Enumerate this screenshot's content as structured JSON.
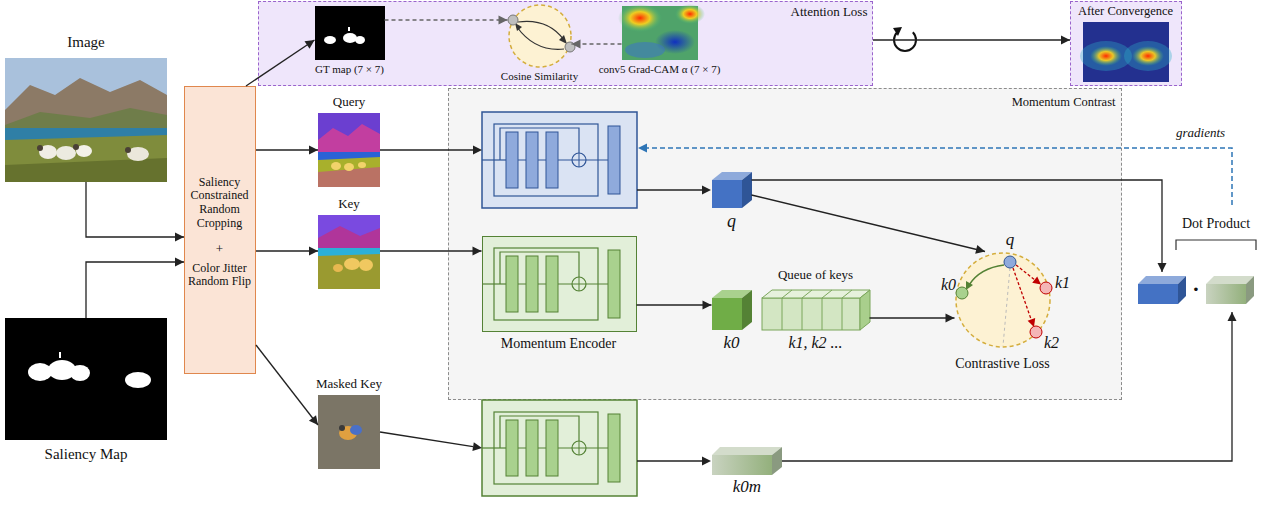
{
  "diagram": {
    "nodes": [
      {
        "text": [
          "Attention Loss"
        ]
      },
      {
        "text": [
          "GT map (7 × 7)"
        ],
        "in": 0
      },
      {
        "text": [
          "Cosine Similarity"
        ],
        "in": 0
      },
      {
        "text": [
          "conv5 Grad-CAM α (7 × 7)"
        ],
        "in": 0
      },
      {
        "text": [
          "After Convergence"
        ]
      },
      {
        "text": [
          "Image"
        ]
      },
      {
        "text": [
          "Saliency Map"
        ]
      },
      {
        "text": [
          "Saliency Constrained Random Cropping",
          "+",
          "Color Jitter Random Flip"
        ]
      },
      {
        "text": [
          "Query"
        ]
      },
      {
        "text": [
          "Key"
        ]
      },
      {
        "text": [
          "Masked Key"
        ]
      },
      {
        "text": [
          "Momentum Contrast"
        ]
      },
      {
        "text": [
          "Momentum Encoder"
        ],
        "in": 11
      },
      {
        "text": [
          "q"
        ],
        "in": 11
      },
      {
        "text": [
          "k0"
        ],
        "in": 11
      },
      {
        "text": [
          "Queue of keys",
          "k1, k2 ..."
        ],
        "in": 11
      },
      {
        "text": [
          "Contrastive Loss"
        ],
        "in": 11
      },
      {
        "text": [
          "k0m"
        ]
      },
      {
        "text": [
          "Dot Product"
        ]
      }
    ],
    "edges": [
      {
        "from": 5,
        "to": 7,
        "arrow": "to"
      },
      {
        "from": 6,
        "to": 7,
        "arrow": "to"
      },
      {
        "from": 7,
        "to": 1,
        "arrow": "to"
      },
      {
        "from": 7,
        "to": 8,
        "arrow": "to"
      },
      {
        "from": 7,
        "to": 9,
        "arrow": "to"
      },
      {
        "from": 7,
        "to": 10,
        "arrow": "to"
      },
      {
        "from": 1,
        "to": 2,
        "arrow": "to"
      },
      {
        "from": 3,
        "to": 2,
        "arrow": "to"
      },
      {
        "from": 0,
        "to": 4,
        "arrow": "to"
      },
      {
        "from": 9,
        "to": 12,
        "arrow": "to"
      },
      {
        "from": 12,
        "to": 14,
        "arrow": "to"
      },
      {
        "from": 13,
        "to": 16,
        "arrow": "to"
      },
      {
        "from": 15,
        "to": 16,
        "arrow": "to"
      },
      {
        "from": 13,
        "to": 18,
        "arrow": "to"
      },
      {
        "from": 17,
        "to": 18,
        "arrow": "to"
      }
    ],
    "labels": [
      "gradients",
      "q",
      "k0",
      "k1",
      "k2",
      "·"
    ]
  }
}
